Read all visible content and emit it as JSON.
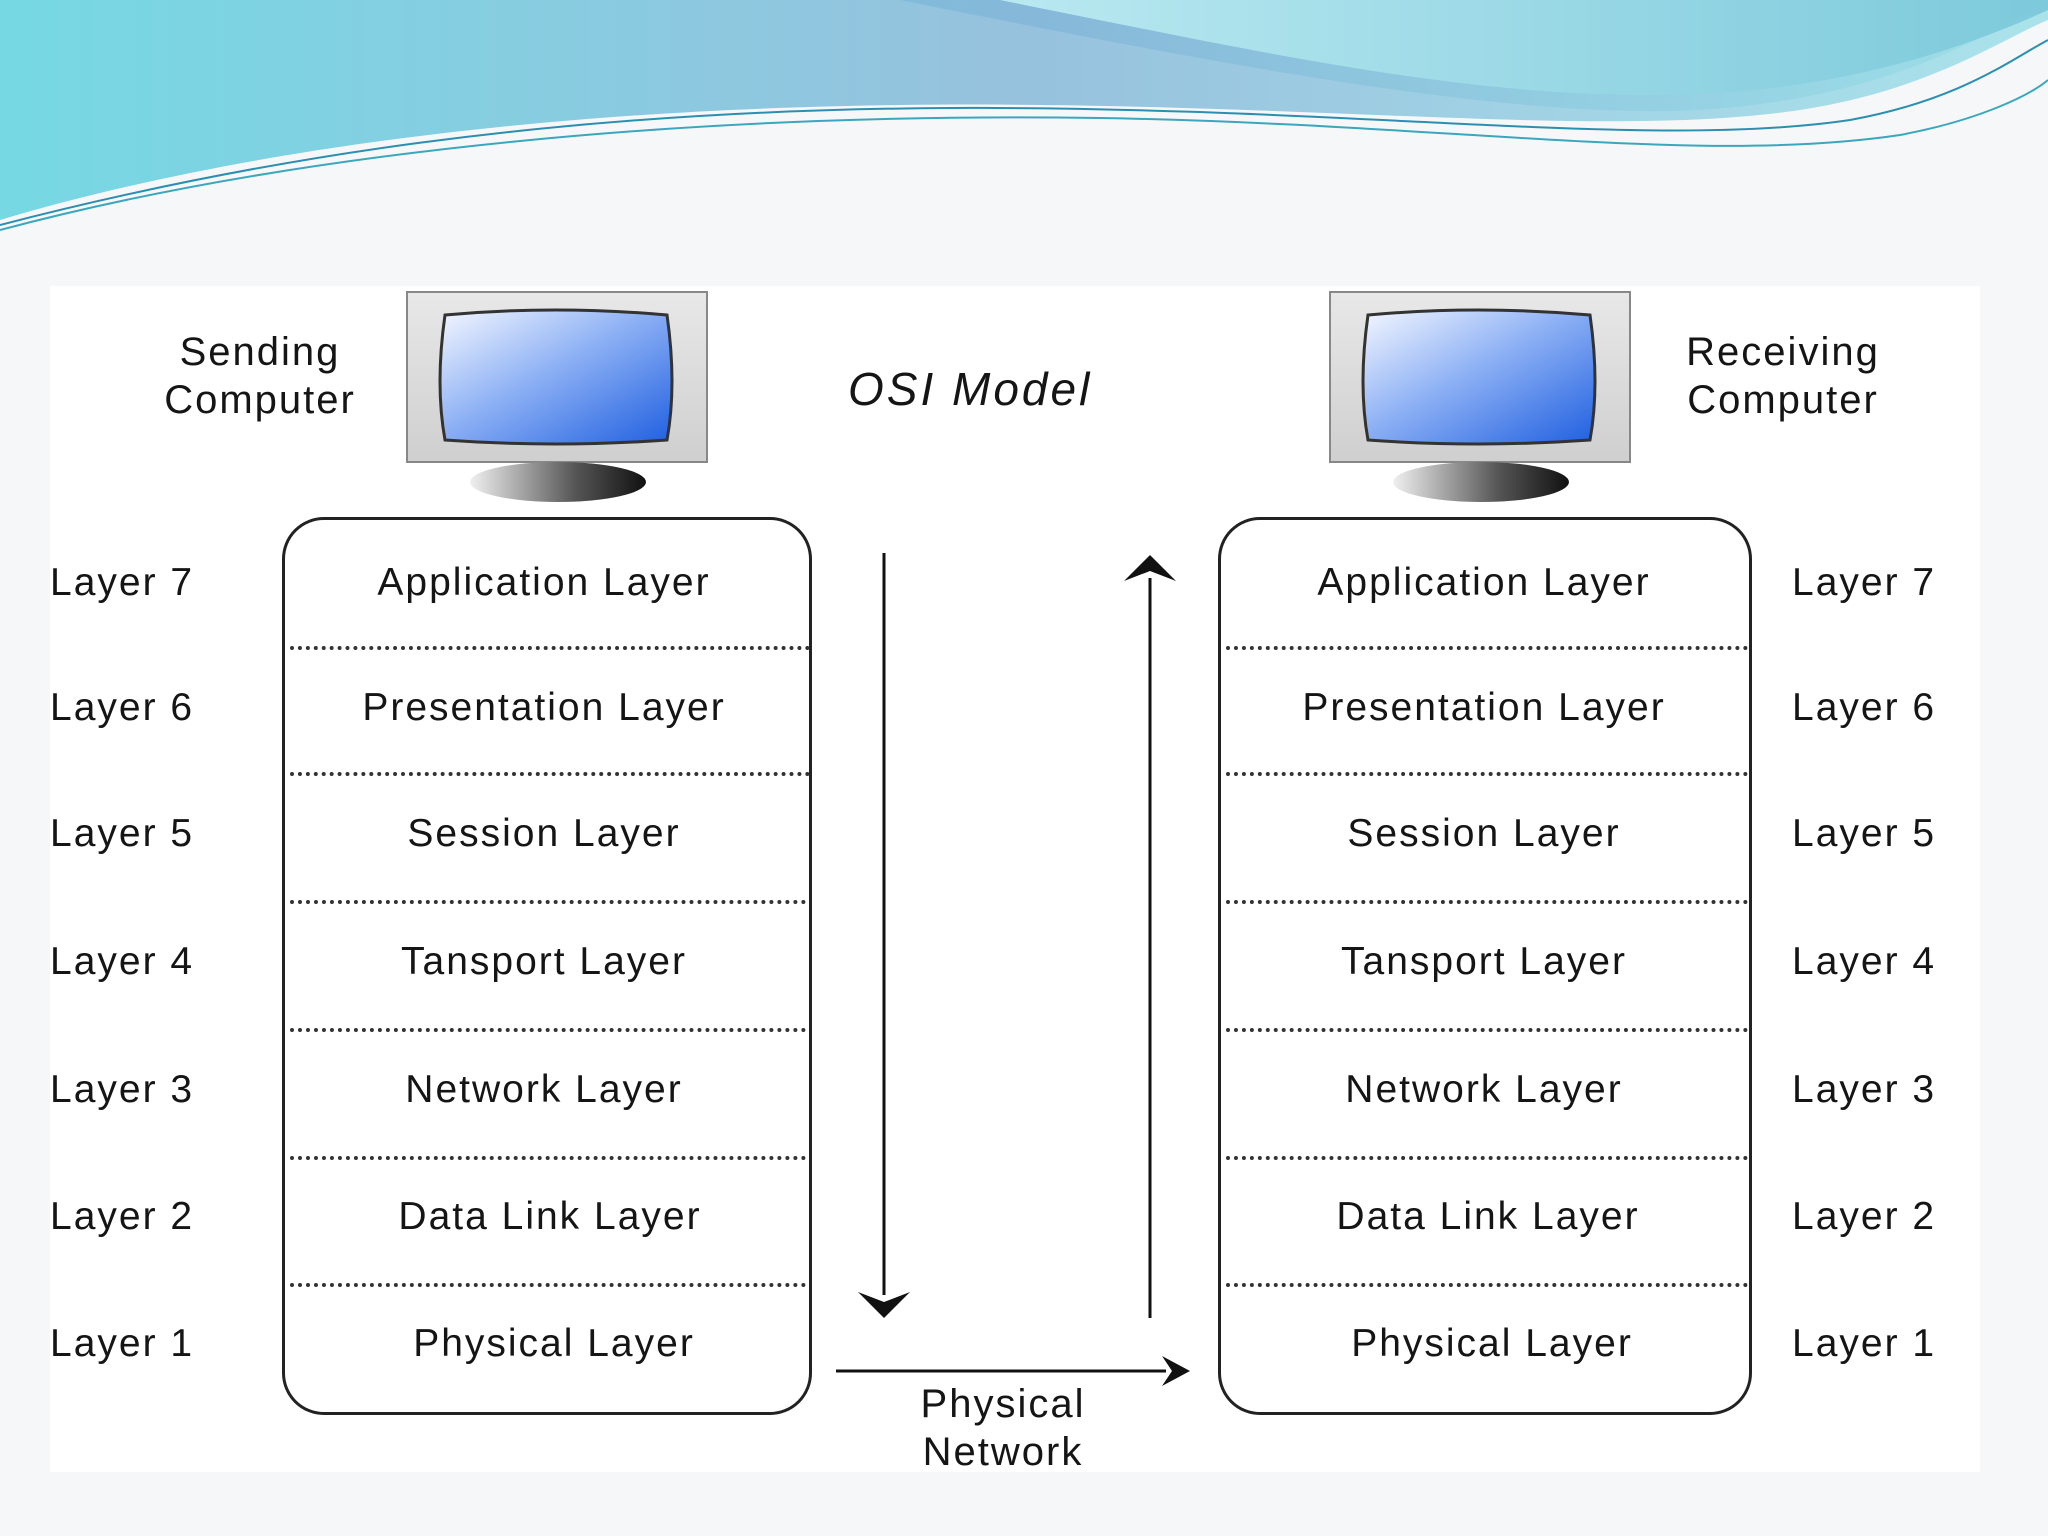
{
  "diagram": {
    "title": "OSI Model",
    "sender": {
      "caption_line1": "Sending",
      "caption_line2": "Computer"
    },
    "receiver": {
      "caption_line1": "Receiving",
      "caption_line2": "Computer"
    },
    "network": {
      "caption_line1": "Physical",
      "caption_line2": "Network"
    },
    "layers": [
      {
        "number": "Layer 7",
        "name": "Application Layer"
      },
      {
        "number": "Layer 6",
        "name": "Presentation Layer"
      },
      {
        "number": "Layer 5",
        "name": "Session Layer"
      },
      {
        "number": "Layer 4",
        "name": "Tansport Layer"
      },
      {
        "number": "Layer 3",
        "name": "Network Layer"
      },
      {
        "number": "Layer 2",
        "name": "Data Link Layer"
      },
      {
        "number": "Layer 1",
        "name": "Physical Layer"
      }
    ],
    "colors": {
      "banner_teal": "#5ccfdc",
      "banner_blue": "#7fb6d8",
      "screen_blue": "#2f6fe0",
      "stroke": "#222222"
    }
  }
}
